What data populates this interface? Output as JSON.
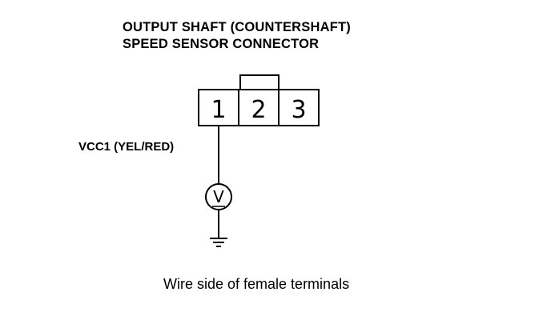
{
  "title": {
    "line1": "OUTPUT SHAFT (COUNTERSHAFT)",
    "line2": "SPEED SENSOR CONNECTOR"
  },
  "connector": {
    "terminals": [
      "1",
      "2",
      "3"
    ],
    "key_tab_on_terminal": "2"
  },
  "wire": {
    "label": "VCC1 (YEL/RED)",
    "from_terminal": "1"
  },
  "meter": {
    "symbol": "V",
    "icon": "voltmeter-icon"
  },
  "ground": {
    "icon": "ground-icon"
  },
  "caption": "Wire side of female terminals"
}
